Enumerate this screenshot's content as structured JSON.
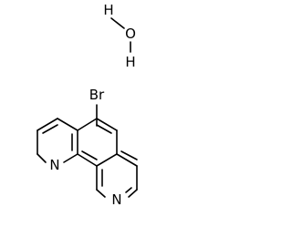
{
  "molecule": {
    "water": {
      "h_top": "H",
      "oxygen": "O",
      "h_bottom": "H"
    },
    "bromine": "Br",
    "nitrogen_left": "N",
    "nitrogen_right": "N"
  }
}
